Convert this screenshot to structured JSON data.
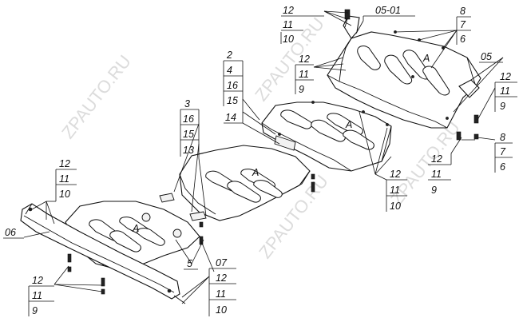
{
  "watermark": "ZPAUTO.RU",
  "plate_letter": "A",
  "labels": {
    "top_bolt_group": [
      "12",
      "11",
      "10"
    ],
    "plate1_code": "05-01",
    "plate1_right_group": [
      "8",
      "7",
      "6"
    ],
    "plate1_left_group": [
      "12",
      "11",
      "9"
    ],
    "plate1_side_code": "05",
    "plate1_side_group": [
      "12",
      "11",
      "9"
    ],
    "plate1_bottom_right_group": [
      "8",
      "7",
      "6"
    ],
    "plate2_left_group": [
      "2",
      "4",
      "16",
      "15"
    ],
    "plate2_item": "14",
    "plate2_bottom_group": [
      "12",
      "11",
      "9"
    ],
    "plate2_right_bottom_group": [
      "12",
      "11",
      "10"
    ],
    "plate3_group": [
      "3",
      "16",
      "15",
      "13"
    ],
    "crossbar_group": [
      "12",
      "11",
      "10"
    ],
    "crossbar_code": "06",
    "bottom_left_group": [
      "12",
      "11",
      "9"
    ],
    "plate4_item": "5",
    "bottom_right_code": "07",
    "bottom_right_group": [
      "12",
      "11",
      "10"
    ]
  }
}
